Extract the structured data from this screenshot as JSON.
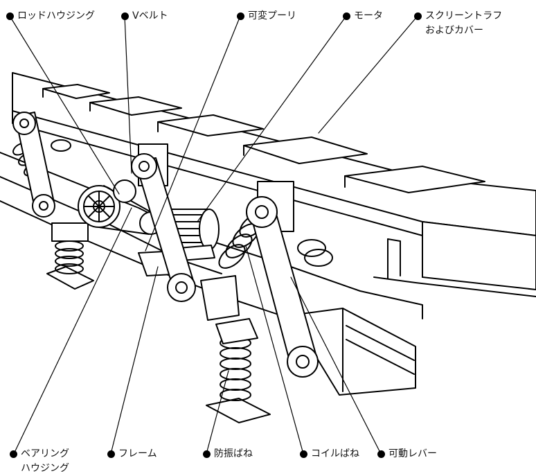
{
  "labels": {
    "rod_housing": "ロッドハウジング",
    "v_belt": "Vベルト",
    "variable_pulley": "可変プーリ",
    "motor": "モータ",
    "screen_trough_line1": "スクリーントラフ",
    "screen_trough_line2": "およびカバー",
    "bearing_housing_line1": "ベアリング",
    "bearing_housing_line2": "ハウジング",
    "frame": "フレーム",
    "anti_vibration_spring": "防振ばね",
    "coil_spring": "コイルばね",
    "movable_lever": "可動レバー"
  }
}
